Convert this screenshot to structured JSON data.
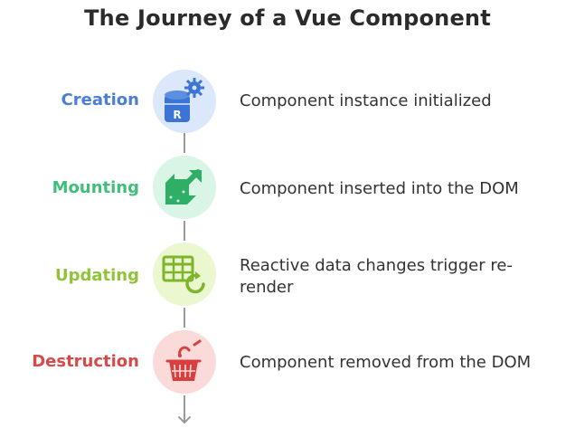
{
  "title": "The Journey of a Vue Component",
  "colors": {
    "creation": "#4a7fd4",
    "mounting": "#3fbf7a",
    "updating": "#8fc43a",
    "destruction": "#d84a4a",
    "connector": "#9a9a9a",
    "text": "#333333"
  },
  "stages": [
    {
      "label": "Creation",
      "description": "Component instance initialized",
      "icon": "database-gear-icon"
    },
    {
      "label": "Mounting",
      "description": "Component inserted into the DOM",
      "icon": "insert-arrow-icon"
    },
    {
      "label": "Updating",
      "description": "Reactive data changes trigger re-render",
      "icon": "table-refresh-icon"
    },
    {
      "label": "Destruction",
      "description": "Component removed from the DOM",
      "icon": "trash-basket-icon"
    }
  ]
}
